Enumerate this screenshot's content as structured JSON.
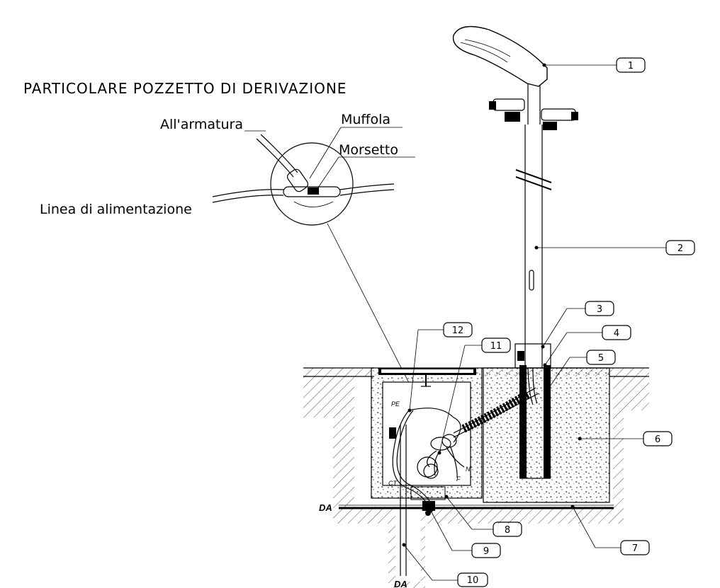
{
  "title": "PARTICOLARE POZZETTO DI DERIVAZIONE",
  "detail_labels": {
    "armatura": "All'armatura",
    "muffola": "Muffola",
    "morsetto": "Morsetto",
    "linea": "Linea di alimentazione"
  },
  "small_labels": {
    "pe": "PE",
    "ct": "CT",
    "n": "N",
    "f": "F",
    "da_top": "DA",
    "da_bottom": "DA"
  },
  "callouts": [
    "1",
    "2",
    "3",
    "4",
    "5",
    "6",
    "7",
    "8",
    "9",
    "10",
    "11",
    "12"
  ]
}
